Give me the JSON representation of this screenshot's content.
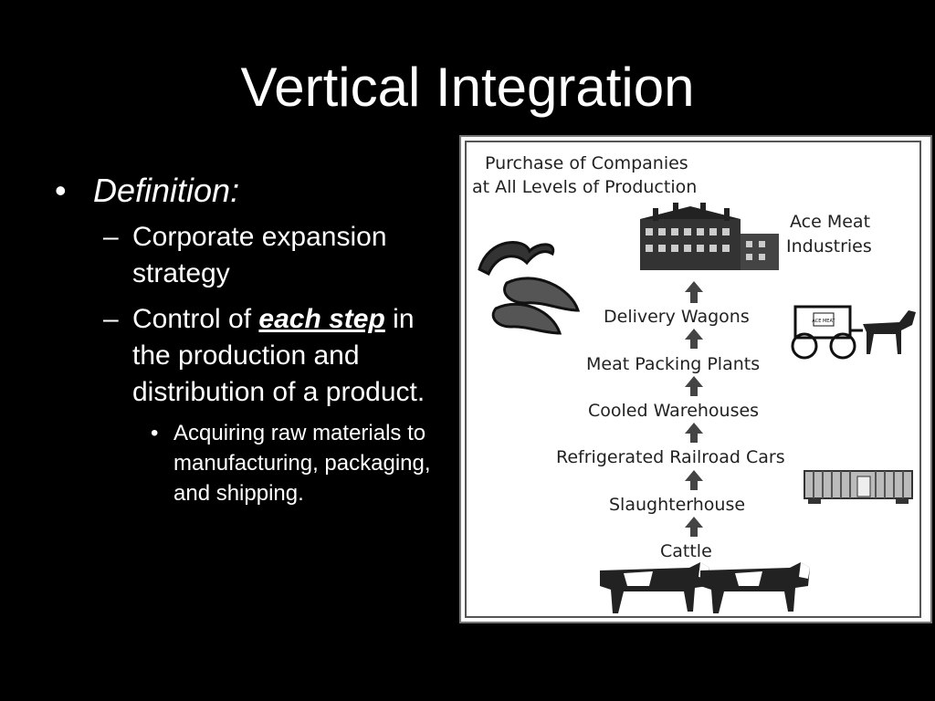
{
  "slide": {
    "title": "Vertical Integration",
    "bullets": {
      "definition_label": "Definition:",
      "item1": "Corporate expansion strategy",
      "item2_prefix": "Control of ",
      "item2_emphasis": "each step",
      "item2_suffix": " in the production and distribution of a product.",
      "sub_item": "Acquiring raw materials to manufacturing, packaging, and shipping."
    }
  },
  "diagram": {
    "heading_line1": "Purchase of Companies",
    "heading_line2": "at All Levels of Production",
    "company_line1": "Ace Meat",
    "company_line2": "Industries",
    "steps": [
      "Delivery Wagons",
      "Meat Packing Plants",
      "Cooled Warehouses",
      "Refrigerated Railroad Cars",
      "Slaughterhouse",
      "Cattle"
    ],
    "wagon_sign": "ACE MEAT"
  },
  "icons": [
    "bullet-dot",
    "dash",
    "up-arrow-icon",
    "factory-icon",
    "sausage-icon",
    "meat-cut-icon",
    "wagon-icon",
    "horse-icon",
    "railcar-icon",
    "cow-icon"
  ]
}
